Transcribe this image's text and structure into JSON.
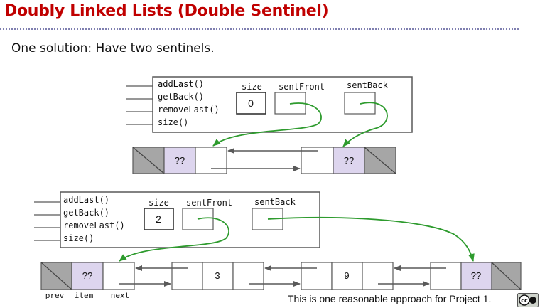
{
  "slide": {
    "title": "Doubly Linked Lists (Double Sentinel)",
    "subtitle": "One solution: Have two sentinels.",
    "caption": "This is one reasonable approach for Project 1.",
    "license_badge": "cc"
  },
  "diagram_top": {
    "methods": [
      "addLast()",
      "getBack()",
      "removeLast()",
      "size()"
    ],
    "field_labels": {
      "size": "size",
      "front": "sentFront",
      "back": "sentBack"
    },
    "size_value": "0",
    "front_sentinel_item": "??",
    "back_sentinel_item": "??"
  },
  "diagram_bottom": {
    "methods": [
      "addLast()",
      "getBack()",
      "removeLast()",
      "size()"
    ],
    "field_labels": {
      "size": "size",
      "front": "sentFront",
      "back": "sentBack"
    },
    "size_value": "2",
    "node_items": [
      "??",
      "3",
      "9",
      "??"
    ],
    "node_field_labels": [
      "prev",
      "item",
      "next"
    ]
  },
  "colors": {
    "title": "#c00000",
    "pointer_green": "#2e9b2e",
    "sentinel_item_fill": "#ddd5ee",
    "sentinel_hatch_fill": "#a6a6a6"
  }
}
